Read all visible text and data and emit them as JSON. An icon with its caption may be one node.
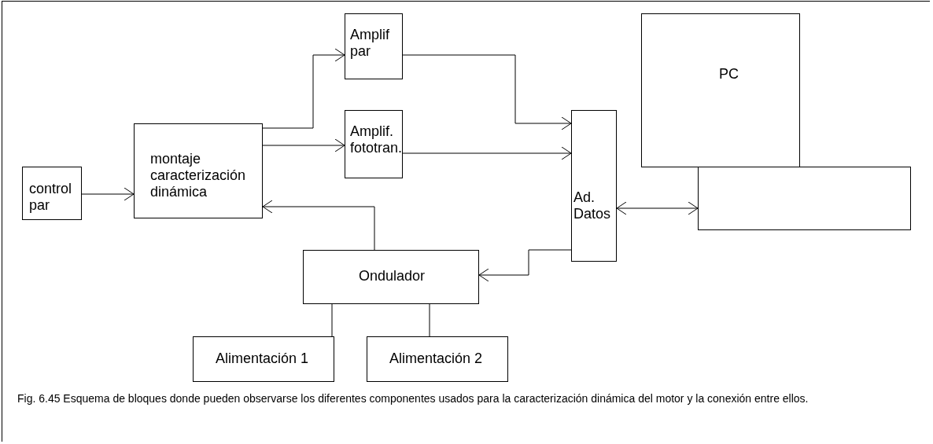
{
  "diagram": {
    "caption": "Fig. 6.45 Esquema de bloques donde pueden observarse los diferentes componentes usados para la caracterización dinámica del motor y la conexión entre ellos.",
    "nodes": [
      {
        "text": [
          "control par"
        ]
      },
      {
        "text": [
          "montaje caracterización dinámica"
        ]
      },
      {
        "text": [
          "Amplif par"
        ]
      },
      {
        "text": [
          "Amplif. fototran."
        ]
      },
      {
        "text": [
          "Ad. Datos"
        ]
      },
      {
        "text": [
          "PC"
        ]
      },
      {
        "text": [],
        "shape": "box"
      },
      {
        "text": [
          "Ondulador"
        ]
      },
      {
        "text": [
          "Alimentación 1"
        ]
      },
      {
        "text": [
          "Alimentación 2"
        ]
      }
    ],
    "edges": [
      {
        "from": 0,
        "to": 1,
        "arrow": "to"
      },
      {
        "from": 1,
        "to": 2,
        "arrow": "to"
      },
      {
        "from": 1,
        "to": 3,
        "arrow": "to"
      },
      {
        "from": 2,
        "to": 4,
        "arrow": "to"
      },
      {
        "from": 3,
        "to": 4,
        "arrow": "to"
      },
      {
        "from": 4,
        "to": 6,
        "arrow": "both"
      },
      {
        "from": 4,
        "to": 7,
        "arrow": "to"
      },
      {
        "from": 7,
        "to": 1,
        "arrow": "to"
      },
      {
        "from": 8,
        "to": 7,
        "arrow": "none"
      },
      {
        "from": 9,
        "to": 7,
        "arrow": "none"
      }
    ]
  }
}
